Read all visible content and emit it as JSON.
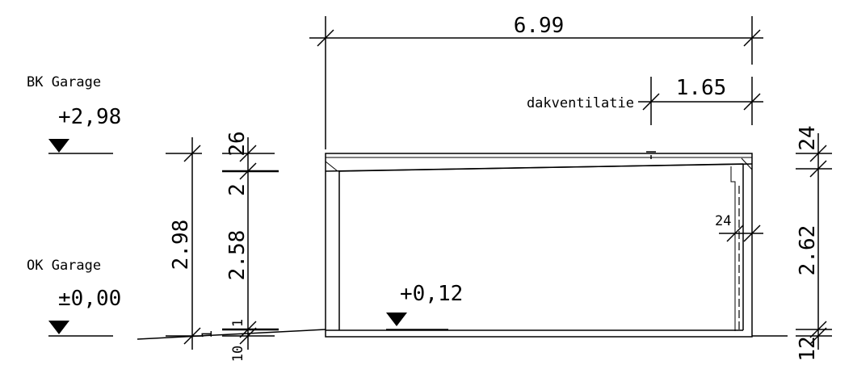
{
  "levels": {
    "bk_label": "BK Garage",
    "bk_value": "+2,98",
    "ok_label": "OK Garage",
    "ok_value": "±0,00",
    "floor_value": "+0,12"
  },
  "dimensions": {
    "total_width": "6.99",
    "vent_width": "1.65",
    "vent_label": "dakventilatie",
    "left_total": "2.98",
    "left_roof": "26",
    "left_2": "2",
    "left_wall": "2.58",
    "left_1a": "1",
    "left_1b": "1",
    "left_10": "10",
    "right_roof": "24",
    "right_wall": "2.62",
    "right_base": "12",
    "wall_thickness": "24"
  }
}
